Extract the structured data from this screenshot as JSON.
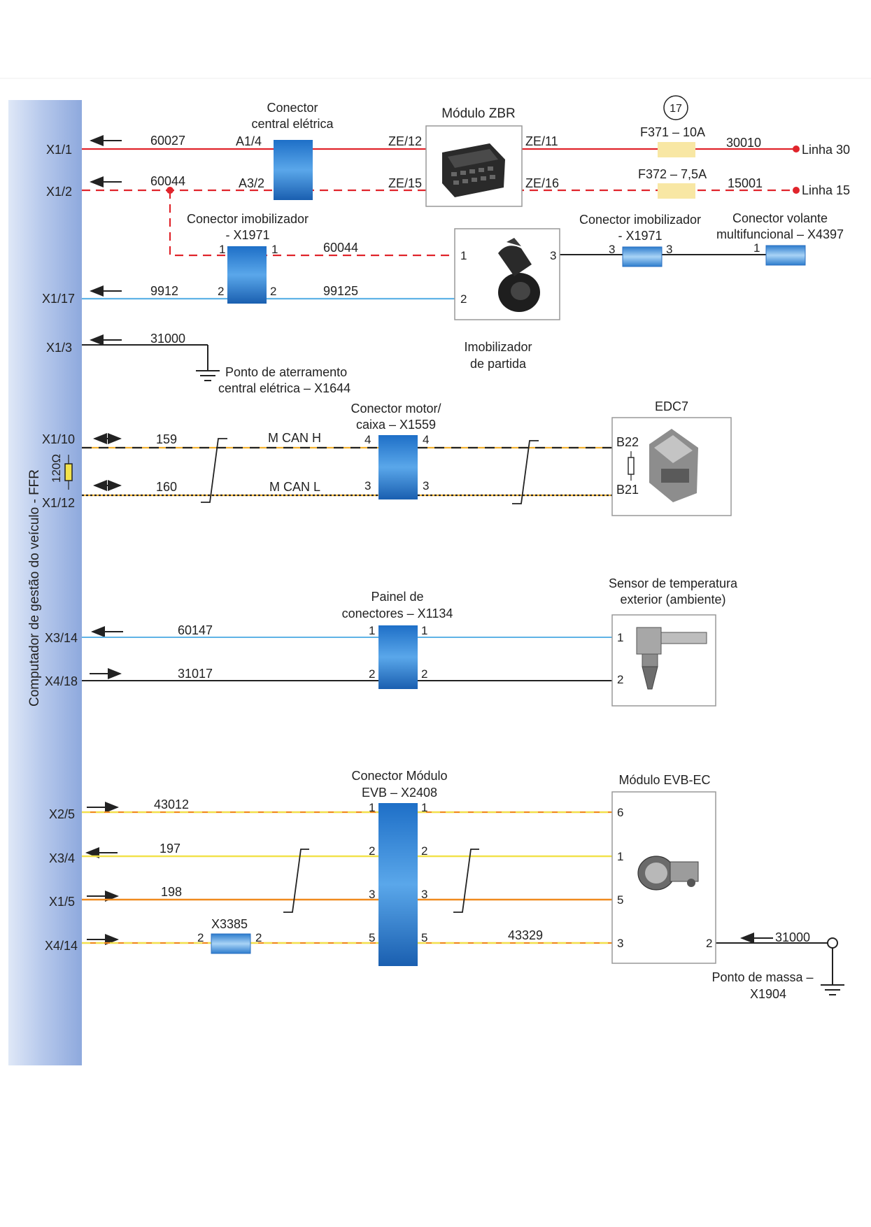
{
  "ecu_label": "Computador de gestão do veículo - FFR",
  "pins": [
    "X1/1",
    "X1/2",
    "X1/17",
    "X1/3",
    "X1/10",
    "X1/12",
    "X3/14",
    "X4/18",
    "X2/5",
    "X3/4",
    "X1/5",
    "X4/14"
  ],
  "resistor": "120Ω",
  "wires": {
    "w60027": "60027",
    "w60044": "60044",
    "w60044b": "60044",
    "w9912": "9912",
    "w99125": "99125",
    "w31000": "31000",
    "w159": "159",
    "w160": "160",
    "w60147": "60147",
    "w31017": "31017",
    "w43012": "43012",
    "w197": "197",
    "w198": "198",
    "w43329": "43329",
    "w31000b": "31000",
    "w30010": "30010",
    "w15001": "15001"
  },
  "central": {
    "title1": "Conector",
    "title2": "central elétrica",
    "a14": "A1/4",
    "a32": "A3/2"
  },
  "zbr": {
    "title": "Módulo ZBR",
    "ze12": "ZE/12",
    "ze15": "ZE/15",
    "ze11": "ZE/11",
    "ze16": "ZE/16"
  },
  "fuses": {
    "circle": "17",
    "f371": "F371 – 10A",
    "f372": "F372 – 7,5A"
  },
  "lines": {
    "l30": "Linha 30",
    "l15": "Linha 15"
  },
  "imob_conn": {
    "title1": "Conector imobilizador",
    "title2": "- X1971"
  },
  "imob_conn2": {
    "title1": "Conector imobilizador",
    "title2": "- X1971"
  },
  "volante": {
    "title1": "Conector volante",
    "title2": "multifuncional – X4397"
  },
  "immobilizer": {
    "title1": "Imobilizador",
    "title2": "de partida"
  },
  "ground1": {
    "line1": "Ponto de aterramento",
    "line2": "central elétrica – X1644"
  },
  "can": {
    "title1": "Conector motor/",
    "title2": "caixa – X1559",
    "high": "M CAN H",
    "low": "M CAN L"
  },
  "edc": {
    "title": "EDC7",
    "b22": "B22",
    "b21": "B21"
  },
  "panel": {
    "title1": "Painel de",
    "title2": "conectores – X1134"
  },
  "sensor": {
    "title1": "Sensor de temperatura",
    "title2": "exterior (ambiente)"
  },
  "evb_conn": {
    "title1": "Conector Módulo",
    "title2": "EVB – X2408"
  },
  "evb_mod": {
    "title": "Módulo EVB-EC"
  },
  "x3385": "X3385",
  "ground2": {
    "line1": "Ponto de massa –",
    "line2": "X1904"
  },
  "pin_nums": [
    "1",
    "2",
    "3",
    "4",
    "5",
    "6"
  ],
  "colors": {
    "red": "#e0242b",
    "blue_wire": "#5fb3e6",
    "orange": "#f08a1e",
    "yellow": "#f2e24b",
    "black": "#222222",
    "connector": "#2f7fd0"
  }
}
